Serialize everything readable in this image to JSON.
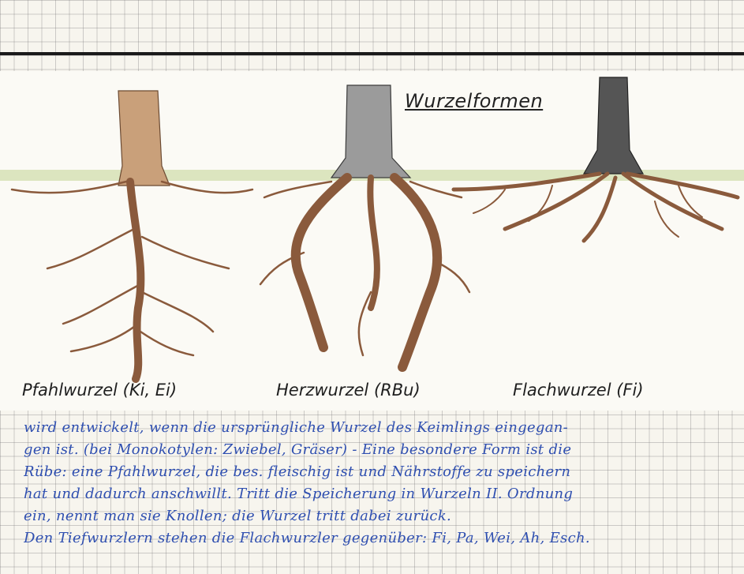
{
  "title": "Wurzelformen",
  "root_labels": [
    "Pfahlwurzel (Ki, Ei)",
    "Herzwurzel (RBu)",
    "Flachwurzel (Fi)"
  ],
  "notes": [
    "wird entwickelt, wenn die ursprüngliche Wurzel des Keimlings eingegan-",
    "gen ist. (bei Monokotylen: Zwiebel, Gräser) - Eine besondere Form ist die",
    "Rübe: eine Pfahlwurzel, die bes. fleischig ist und Nährstoffe zu speichern",
    "hat und dadurch anschwillt. Tritt die Speicherung in Wurzeln II. Ordnung",
    "ein, nennt man sie Knollen; die Wurzel tritt dabei zurück.",
    "Den Tiefwurzlern stehen die Flachwurzler gegenüber: Fi, Pa, Wei, Ah, Esch."
  ],
  "colors": {
    "ink_blue": "#2f4fb0",
    "root_brown": "#8a5a3c",
    "trunk_dark": "#4a4a4a",
    "ground_green": "#b7c98a"
  }
}
